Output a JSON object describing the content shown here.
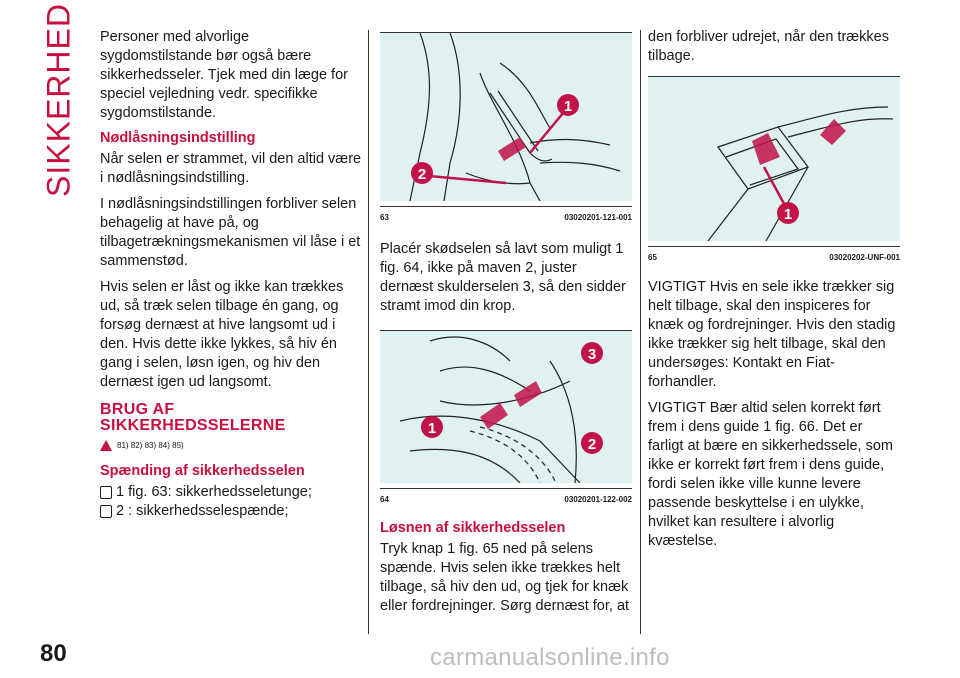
{
  "section_tab": "SIKKERHED",
  "page_number": "80",
  "watermark": "carmanualsonline.info",
  "col1": {
    "intro": "Personer med alvorlige sygdomstilstande bør også bære sikkerhedsseler. Tjek med din læge for speciel vejledning vedr. specifikke sygdomstilstande.",
    "h_emergency": "Nødlåsningsindstilling",
    "p1": "Når selen er strammet, vil den altid være i nødlåsningsindstilling.",
    "p2": "I nødlåsningsindstillingen forbliver selen behagelig at have på, og tilbagetrækningsmekanismen vil låse i et sammenstød.",
    "p3": "Hvis selen er låst og ikke kan trækkes ud, så træk selen tilbage én gang, og forsøg dernæst at hive langsomt ud i den. Hvis dette ikke lykkes, så hiv én gang i selen, løsn igen, og hiv den dernæst igen ud langsomt.",
    "h_main_line1": "BRUG AF",
    "h_main_line2": "SIKKERHEDSSELERNE",
    "warning_refs": "81) 82) 83) 84) 85)",
    "h_fasten": "Spænding af sikkerhedsselen",
    "list": [
      "1 fig. 63: sikkerhedsseletunge;",
      "2 : sikkerhedsselespænde;"
    ]
  },
  "col2": {
    "fig63": {
      "num": "63",
      "code": "03020201-121-001",
      "callouts": [
        "1",
        "2"
      ]
    },
    "p_place": "Placér skødselen så lavt som muligt 1 fig. 64, ikke på maven 2, juster dernæst skulderselen 3, så den sidder stramt imod din krop.",
    "fig64": {
      "num": "64",
      "code": "03020201-122-002",
      "callouts": [
        "3",
        "1",
        "2"
      ]
    },
    "h_release": "Løsnen af sikkerhedsselen",
    "p_release": "Tryk knap 1 fig. 65 ned på selens spænde. Hvis selen ikke trækkes helt tilbage, så hiv den ud, og tjek for knæk eller fordrejninger. Sørg dernæst for, at"
  },
  "col3": {
    "p_cont": "den forbliver udrejet, når den trækkes tilbage.",
    "fig65": {
      "num": "65",
      "code": "03020202-UNF-001",
      "callouts": [
        "1"
      ]
    },
    "p_important1": "VIGTIGT Hvis en sele ikke trækker sig helt tilbage, skal den inspiceres for knæk og fordrejninger. Hvis den stadig ikke trækker sig helt tilbage, skal den undersøges: Kontakt en Fiat-forhandler.",
    "p_important2": "VIGTIGT Bær altid selen korrekt ført frem i dens guide 1 fig. 66. Det er farligt at bære en sikkerhedssele, som ikke er korrekt ført frem i dens guide, fordi selen ikke ville kunne levere passende beskyttelse i en ulykke, hvilket kan resultere i alvorlig kvæstelse."
  },
  "colors": {
    "accent": "#c8103e",
    "figure_bg": "#dff1f1",
    "arrow": "#c2124a"
  }
}
